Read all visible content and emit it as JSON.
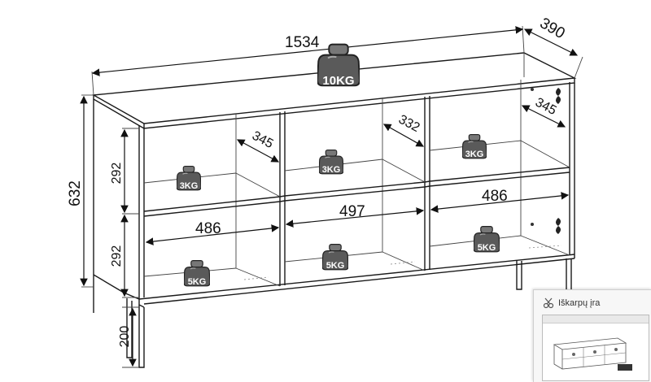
{
  "dimensions": {
    "total_width": "1534",
    "depth": "390",
    "height": "632",
    "shelf_height_top": "292",
    "shelf_height_bottom": "292",
    "leg_height": "200",
    "left_inner_width": "486",
    "middle_inner_width": "497",
    "right_inner_width": "486",
    "left_inner_depth": "345",
    "middle_inner_depth": "332",
    "right_inner_depth": "345"
  },
  "weights": {
    "top": "10KG",
    "left_upper": "3KG",
    "left_lower": "5KG",
    "middle_upper": "3KG",
    "middle_lower": "5KG",
    "right_upper": "3KG",
    "right_lower": "5KG"
  },
  "snipping_thumbnail": {
    "title": "Iškarpų įra"
  },
  "colors": {
    "line": "#1a1a1a",
    "weight_fill": "#555555",
    "background": "#ffffff"
  }
}
